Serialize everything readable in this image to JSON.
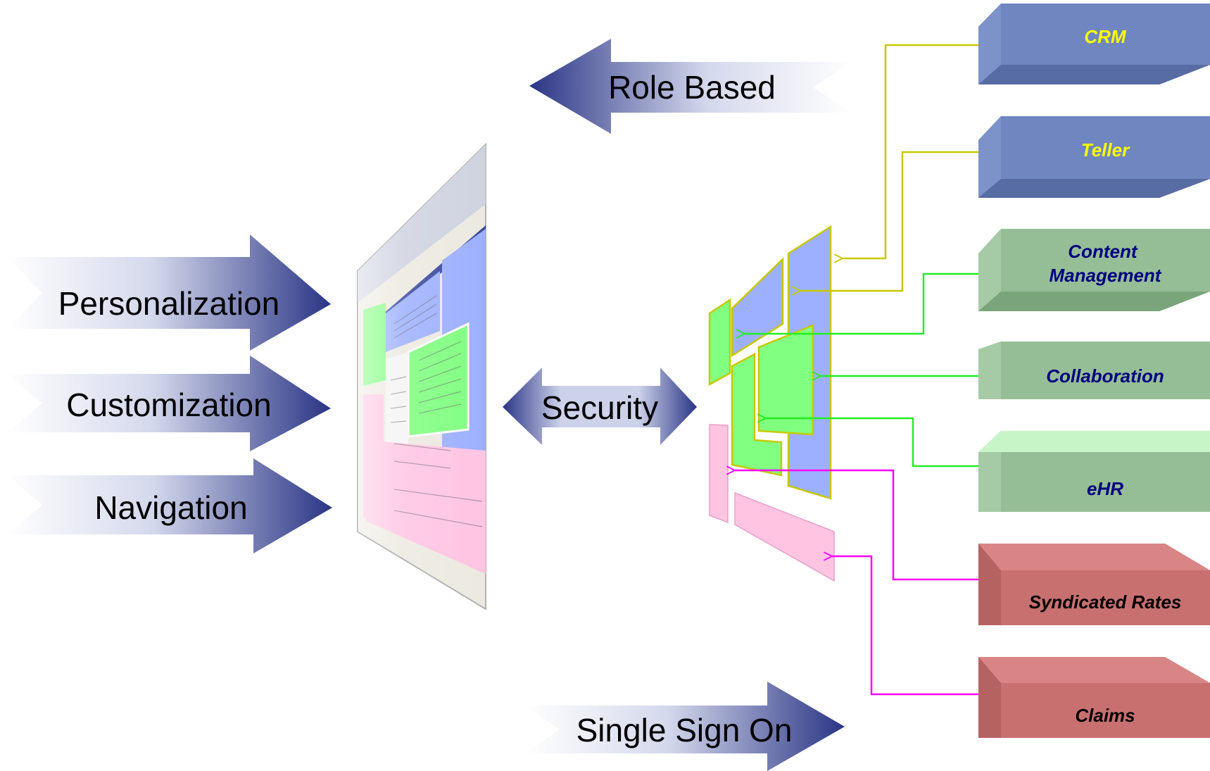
{
  "left_arrows": [
    {
      "label": "Personalization"
    },
    {
      "label": "Customization"
    },
    {
      "label": "Navigation"
    }
  ],
  "center_arrows": {
    "role_based": "Role Based",
    "security": "Security",
    "single_sign_on": "Single Sign On"
  },
  "systems": [
    {
      "label": "CRM",
      "text_color": "#ffff00",
      "face": "#6f86c0",
      "connector": "#c8c800"
    },
    {
      "label": "Teller",
      "text_color": "#ffff00",
      "face": "#6f86c0",
      "connector": "#c8c800"
    },
    {
      "label": "Content\nManagement",
      "text_color": "#000080",
      "face": "#96be96",
      "connector": "#22ee22"
    },
    {
      "label": "Collaboration",
      "text_color": "#000080",
      "face": "#96be96",
      "connector": "#22ee22"
    },
    {
      "label": "eHR",
      "text_color": "#000080",
      "face": "#96be96",
      "connector": "#22ee22"
    },
    {
      "label": "Syndicated Rates",
      "text_color": "#000000",
      "face": "#c87070",
      "connector": "#ff00ff"
    },
    {
      "label": "Claims",
      "text_color": "#000000",
      "face": "#c87070",
      "connector": "#ff00ff"
    }
  ],
  "colors": {
    "arrow_dark": "#2a3585",
    "arrow_light": "#ffffff",
    "panel_blue": "#9db0ff",
    "panel_green": "#80ff80",
    "panel_pink": "#ffc4e2",
    "panel_outline": "#c8c800"
  }
}
